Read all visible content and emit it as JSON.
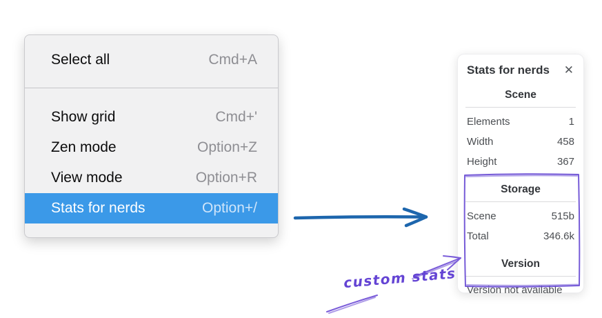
{
  "menu": {
    "items": [
      {
        "label": "Select all",
        "shortcut": "Cmd+A",
        "highlighted": false
      },
      {
        "label": "Show grid",
        "shortcut": "Cmd+'",
        "highlighted": false
      },
      {
        "label": "Zen mode",
        "shortcut": "Option+Z",
        "highlighted": false
      },
      {
        "label": "View mode",
        "shortcut": "Option+R",
        "highlighted": false
      },
      {
        "label": "Stats for nerds",
        "shortcut": "Option+/",
        "highlighted": true
      }
    ]
  },
  "stats_panel": {
    "title": "Stats for nerds",
    "close_icon": "✕",
    "sections": [
      {
        "header": "Scene",
        "rows": [
          {
            "label": "Elements",
            "value": "1"
          },
          {
            "label": "Width",
            "value": "458"
          },
          {
            "label": "Height",
            "value": "367"
          }
        ]
      },
      {
        "header": "Storage",
        "rows": [
          {
            "label": "Scene",
            "value": "515b"
          },
          {
            "label": "Total",
            "value": "346.6k"
          }
        ]
      },
      {
        "header": "Version",
        "rows": [],
        "note": "Version not available"
      }
    ]
  },
  "annotation": {
    "label": "custom stats",
    "color": "#6444d4"
  },
  "colors": {
    "menu_highlight": "#3b99e8",
    "pointer_arrow_blue": "#1d66ad",
    "annotation_purple": "#6a4dd4"
  }
}
